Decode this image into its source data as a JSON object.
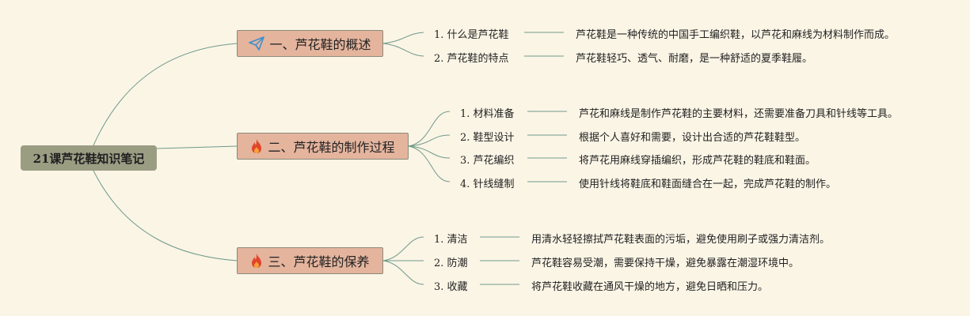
{
  "root": {
    "label": "21课芦花鞋知识笔记"
  },
  "branches": [
    {
      "icon": "paper-plane-icon",
      "label": "一、芦花鞋的概述",
      "items": [
        {
          "label": "1. 什么是芦花鞋",
          "desc": "芦花鞋是一种传统的中国手工编织鞋，以芦花和麻线为材料制作而成。"
        },
        {
          "label": "2. 芦花鞋的特点",
          "desc": "芦花鞋轻巧、透气、耐磨，是一种舒适的夏季鞋履。"
        }
      ]
    },
    {
      "icon": "fire-icon",
      "label": "二、芦花鞋的制作过程",
      "items": [
        {
          "label": "1. 材料准备",
          "desc": "芦花和麻线是制作芦花鞋的主要材料，还需要准备刀具和针线等工具。"
        },
        {
          "label": "2. 鞋型设计",
          "desc": "根据个人喜好和需要，设计出合适的芦花鞋鞋型。"
        },
        {
          "label": "3. 芦花编织",
          "desc": "将芦花用麻线穿插编织，形成芦花鞋的鞋底和鞋面。"
        },
        {
          "label": "4. 针线缝制",
          "desc": "使用针线将鞋底和鞋面缝合在一起，完成芦花鞋的制作。"
        }
      ]
    },
    {
      "icon": "fire-icon",
      "label": "三、芦花鞋的保养",
      "items": [
        {
          "label": "1. 清洁",
          "desc": "用清水轻轻擦拭芦花鞋表面的污垢，避免使用刷子或强力清洁剂。"
        },
        {
          "label": "2. 防潮",
          "desc": "芦花鞋容易受潮，需要保持干燥，避免暴露在潮湿环境中。"
        },
        {
          "label": "3. 收藏",
          "desc": "将芦花鞋收藏在通风干燥的地方，避免日晒和压力。"
        }
      ]
    }
  ],
  "colors": {
    "background": "#fbf5e6",
    "root": "#9b9d83",
    "branch": "#e4b49d",
    "line": "#6f9a8a",
    "plane": "#3a8fd0",
    "fire": "#e0452a"
  }
}
